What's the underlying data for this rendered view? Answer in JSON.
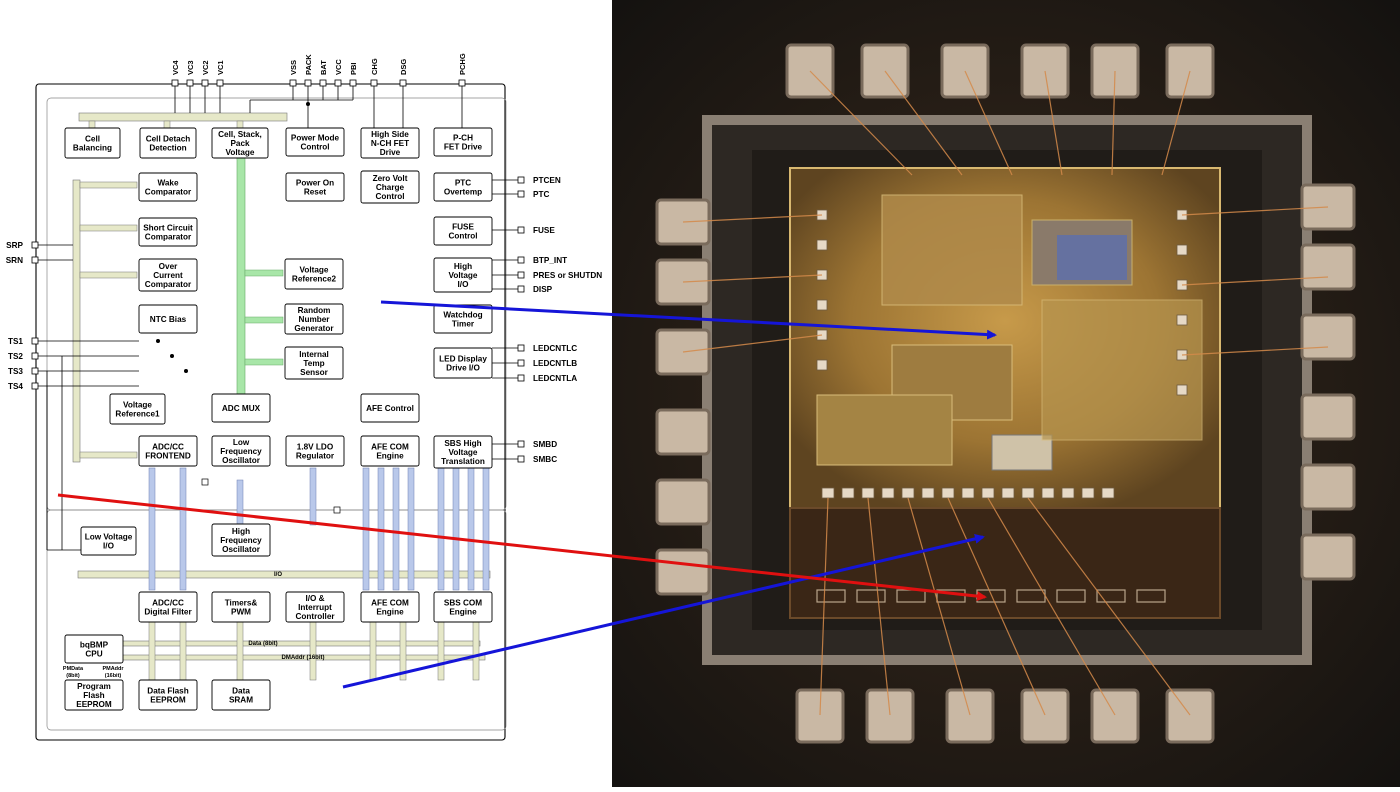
{
  "diagram": {
    "top_pins": [
      "VC4",
      "VC3",
      "VC2",
      "VC1",
      "VSS",
      "PACK",
      "BAT",
      "VCC",
      "PBI",
      "CHG",
      "DSG",
      "PCHG"
    ],
    "left_pins": [
      "SRP",
      "SRN",
      "TS1",
      "TS2",
      "TS3",
      "TS4"
    ],
    "right_pins": [
      "PTCEN",
      "PTC",
      "FUSE",
      "BTP_INT",
      "PRES or SHUTDN",
      "DISP",
      "LEDCNTLC",
      "LEDCNTLB",
      "LEDCNTLA",
      "SMBD",
      "SMBC"
    ],
    "blocks": {
      "cell_balancing": [
        "Cell",
        "Balancing"
      ],
      "cell_detach": [
        "Cell Detach",
        "Detection"
      ],
      "cell_stack": [
        "Cell, Stack,",
        "Pack",
        "Voltage"
      ],
      "power_mode": [
        "Power Mode",
        "Control"
      ],
      "high_side_fet": [
        "High Side",
        "N-CH FET",
        "Drive"
      ],
      "pch_fet": [
        "P-CH",
        "FET Drive"
      ],
      "wake_comp": [
        "Wake",
        "Comparator"
      ],
      "power_on_reset": [
        "Power On",
        "Reset"
      ],
      "zero_volt": [
        "Zero Volt",
        "Charge",
        "Control"
      ],
      "ptc_overtemp": [
        "PTC",
        "Overtemp"
      ],
      "short_circuit": [
        "Short Circuit",
        "Comparator"
      ],
      "fuse_control": [
        "FUSE",
        "Control"
      ],
      "over_current": [
        "Over",
        "Current",
        "Comparator"
      ],
      "vref2": [
        "Voltage",
        "Reference2"
      ],
      "high_voltage_io": [
        "High",
        "Voltage",
        "I/O"
      ],
      "random_number": [
        "Random",
        "Number",
        "Generator"
      ],
      "watchdog": [
        "Watchdog",
        "Timer"
      ],
      "ntc_bias": [
        "NTC Bias"
      ],
      "internal_temp": [
        "Internal",
        "Temp",
        "Sensor"
      ],
      "led_display": [
        "LED Display",
        "Drive I/O"
      ],
      "vref1": [
        "Voltage",
        "Reference1"
      ],
      "adc_mux": [
        "ADC MUX"
      ],
      "afe_control": [
        "AFE Control"
      ],
      "adc_frontend": [
        "ADC/CC",
        "FRONTEND"
      ],
      "low_freq_osc": [
        "Low",
        "Frequency",
        "Oscillator"
      ],
      "ldo": [
        "1.8V LDO",
        "Regulator"
      ],
      "afe_com_engine_top": [
        "AFE COM",
        "Engine"
      ],
      "sbs_hv": [
        "SBS High",
        "Voltage",
        "Translation"
      ],
      "high_freq_osc": [
        "High",
        "Frequency",
        "Oscillator"
      ],
      "low_voltage_io": [
        "Low Voltage",
        "I/O"
      ],
      "adc_digital_filter": [
        "ADC/CC",
        "Digital Filter"
      ],
      "timers_pwm": [
        "Timers&",
        "PWM"
      ],
      "io_interrupt": [
        "I/O &",
        "Interrupt",
        "Controller"
      ],
      "afe_com_engine_bottom": [
        "AFE COM",
        "Engine"
      ],
      "sbs_com_engine": [
        "SBS COM",
        "Engine"
      ],
      "bqbmp_cpu": [
        "bqBMP",
        "CPU"
      ],
      "program_flash": [
        "Program",
        "Flash",
        "EEPROM"
      ],
      "data_flash": [
        "Data Flash",
        "EEPROM"
      ],
      "data_sram": [
        "Data",
        "SRAM"
      ]
    },
    "bus_labels": {
      "io_bus": "I/O",
      "data_bus": "Data (8bit)",
      "dmaddr_bus": "DMAddr (16bit)",
      "pmaddr": [
        "PMAddr",
        "(16bit)"
      ],
      "pmdata": [
        "PMData",
        "(8bit)"
      ]
    }
  },
  "colors": {
    "arrow_blue": "#1515d8",
    "arrow_red": "#e01010",
    "bus_green": "#a8e6a8",
    "bus_blue": "#b9c8ea",
    "bus_olive": "#e6e8c8"
  },
  "die_photo": {
    "description_icon": "die-photo"
  }
}
